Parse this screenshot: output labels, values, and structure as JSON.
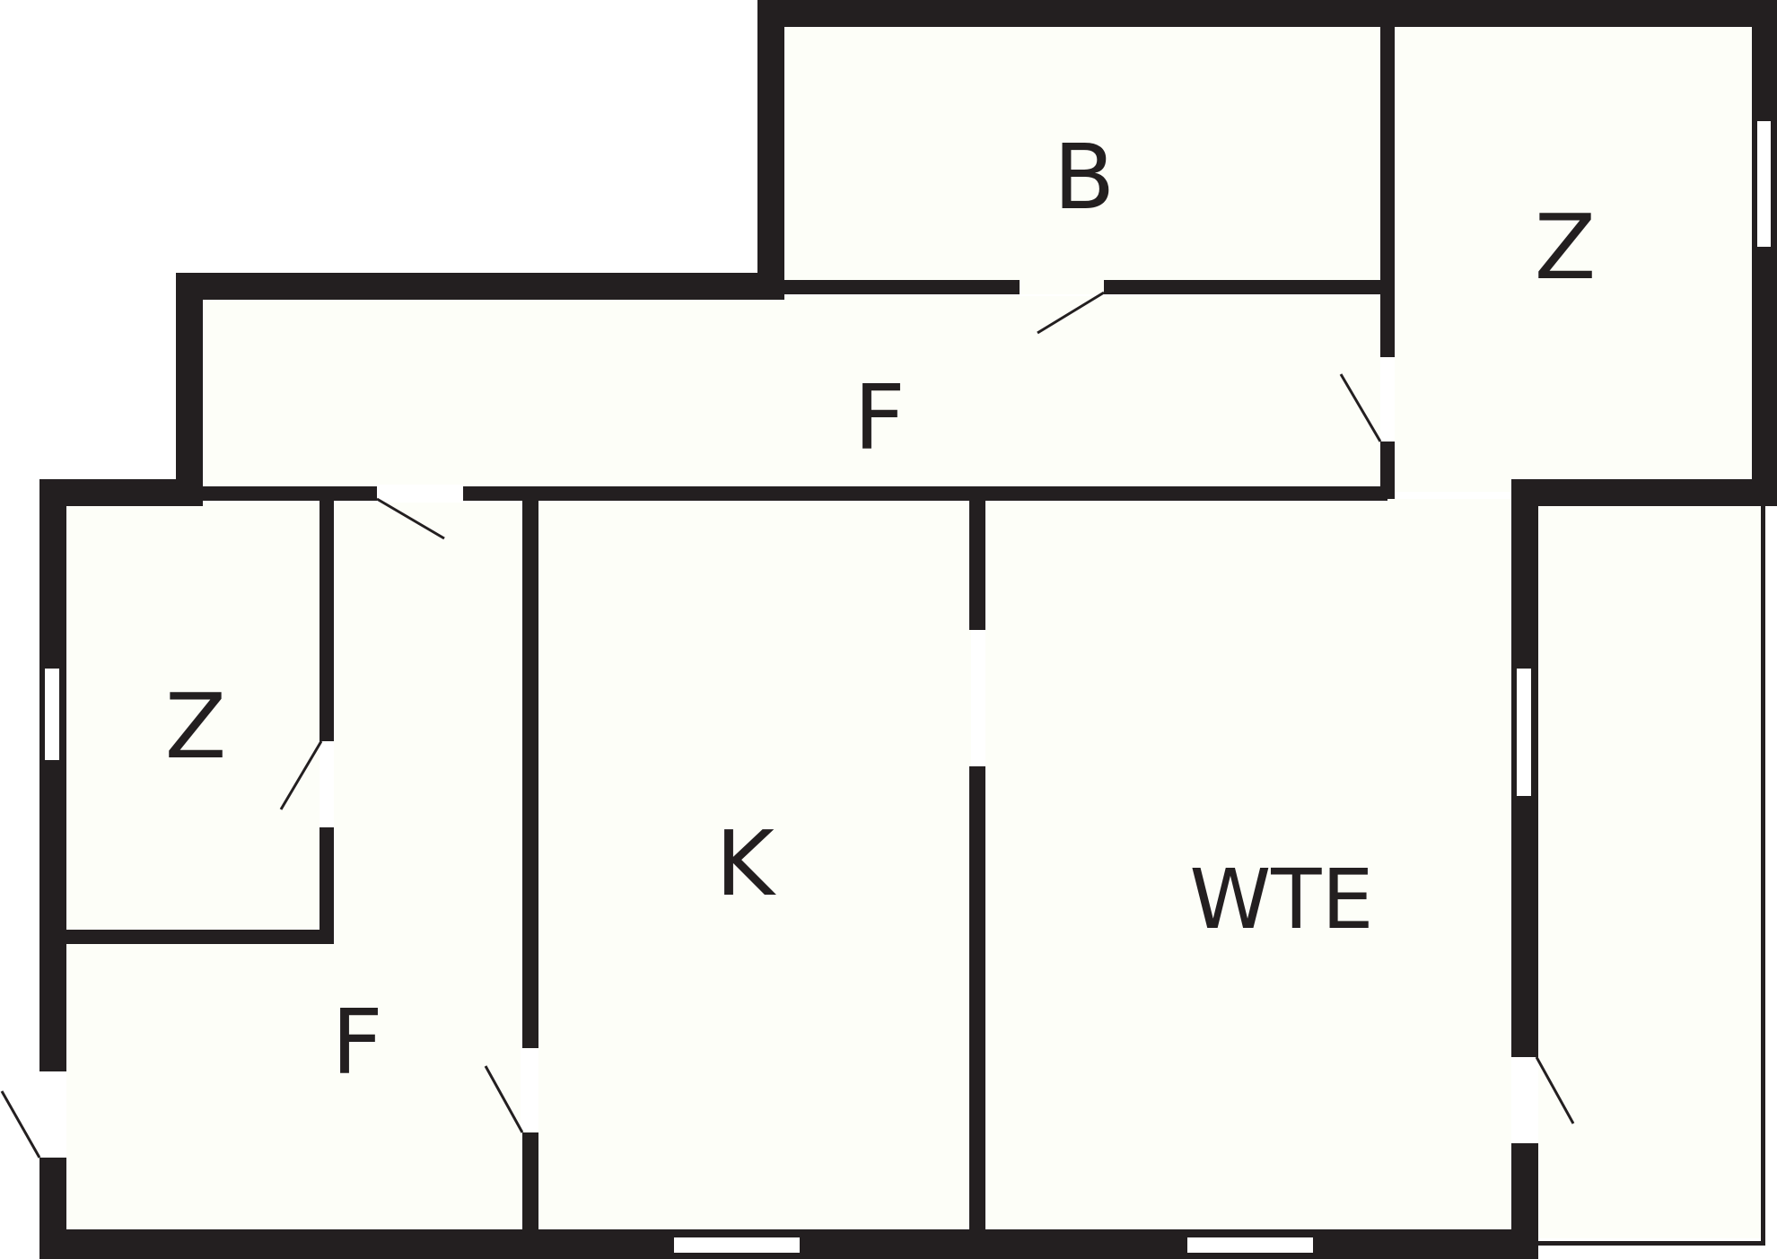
{
  "floor_plan": {
    "colors": {
      "wall": "#231f20",
      "floor": "#fdfef8",
      "background": "#ffffff",
      "opening": "#ffffff"
    },
    "rooms": [
      {
        "id": "bedroom",
        "label": "B"
      },
      {
        "id": "room-top-right",
        "label": "Z"
      },
      {
        "id": "hallway-top",
        "label": "F"
      },
      {
        "id": "room-left",
        "label": "Z"
      },
      {
        "id": "hallway-left",
        "label": "F"
      },
      {
        "id": "kitchen",
        "label": "K"
      },
      {
        "id": "living",
        "label": "WTE"
      }
    ]
  }
}
